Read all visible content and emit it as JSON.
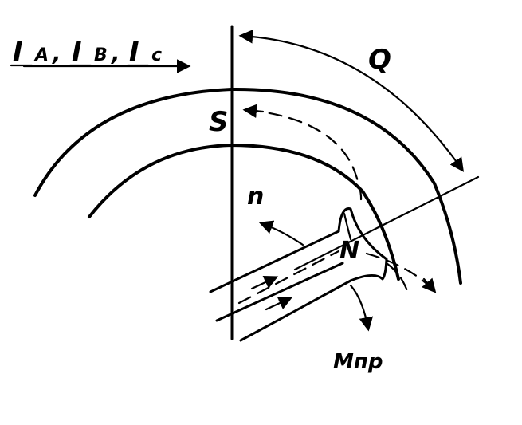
{
  "labels": {
    "currents_main": "I",
    "sub_a": "A",
    "sub_b": "B",
    "sub_c": "c",
    "separator": ",",
    "q": "Q",
    "s": "S",
    "n_small": "n",
    "n_pole": "N",
    "m_pr": "Mпр"
  }
}
